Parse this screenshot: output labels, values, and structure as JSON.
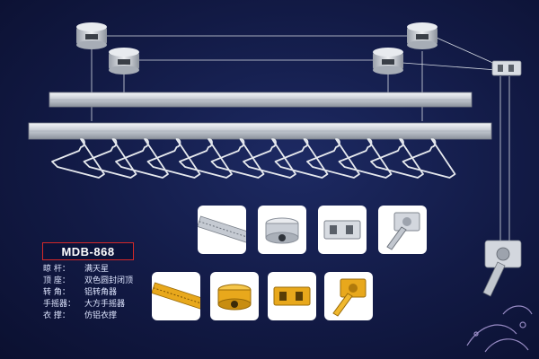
{
  "product": {
    "model": "MDB-868",
    "specs": [
      {
        "label": "晾  杆：",
        "value": "满天星"
      },
      {
        "label": "顶  座：",
        "value": "双色圆封闭顶"
      },
      {
        "label": "转  角：",
        "value": "铝转角器"
      },
      {
        "label": "手摇器：",
        "value": "大方手摇器"
      },
      {
        "label": "衣  撑：",
        "value": "仿铝衣撑"
      }
    ]
  },
  "colors": {
    "background": "#121a45",
    "silver": "#c9ced6",
    "gold": "#e8a81c",
    "accent_red": "#d42828"
  },
  "thumbnails": [
    {
      "name": "rail-segment-silver",
      "finish": "silver"
    },
    {
      "name": "ceiling-pulley-silver",
      "finish": "silver"
    },
    {
      "name": "corner-bracket-silver",
      "finish": "silver"
    },
    {
      "name": "hand-crank-silver",
      "finish": "silver"
    },
    {
      "name": "rail-segment-gold",
      "finish": "gold"
    },
    {
      "name": "ceiling-pulley-gold",
      "finish": "gold"
    },
    {
      "name": "corner-bracket-gold",
      "finish": "gold"
    },
    {
      "name": "hand-crank-gold",
      "finish": "gold"
    }
  ]
}
